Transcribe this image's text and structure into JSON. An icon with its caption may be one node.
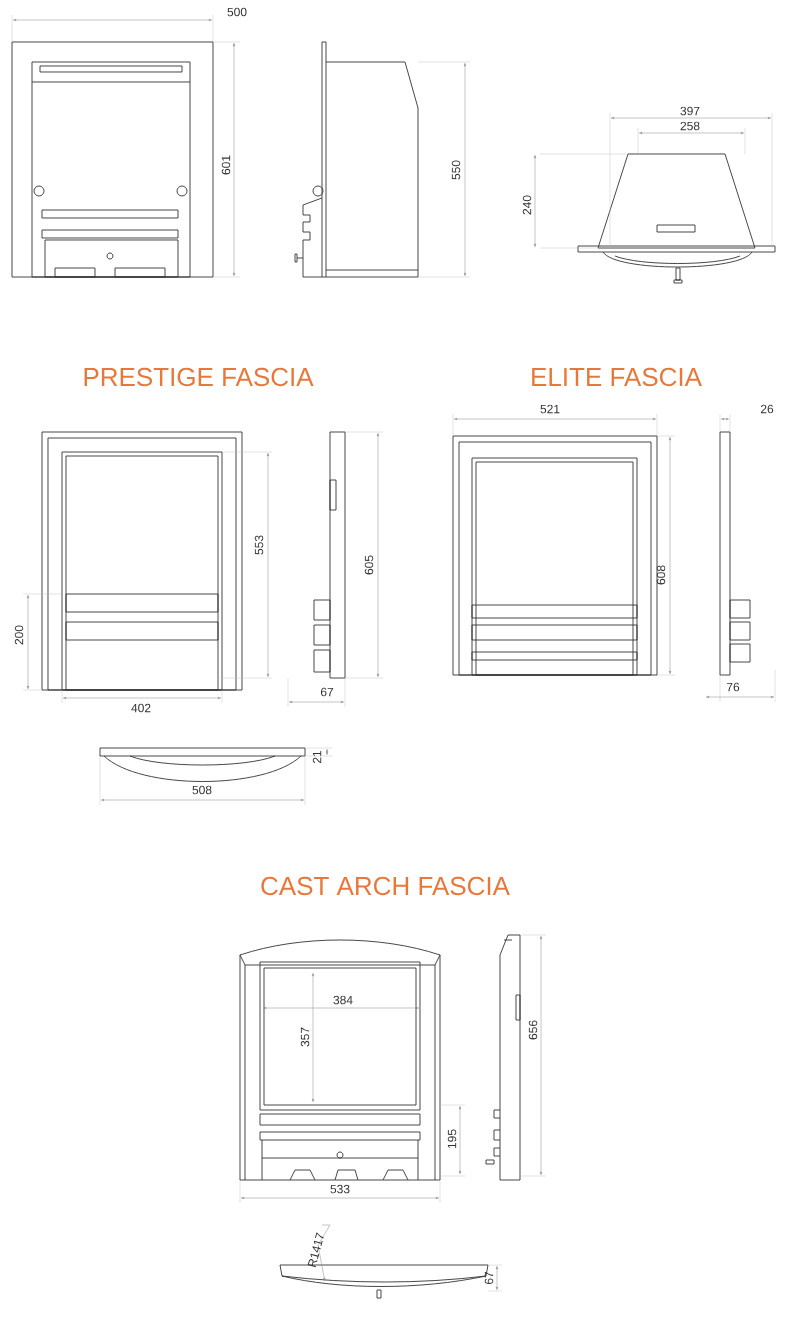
{
  "diagram": {
    "labels": [
      "500",
      "601",
      "550",
      "397",
      "258",
      "240",
      "PRESTIGE FASCIA",
      "ELITE FASCIA",
      "521",
      "26",
      "553",
      "605",
      "200",
      "608",
      "402",
      "67",
      "76",
      "21",
      "508",
      "CAST ARCH FASCIA",
      "384",
      "357",
      "656",
      "195",
      "533",
      "R1417",
      "67"
    ]
  }
}
